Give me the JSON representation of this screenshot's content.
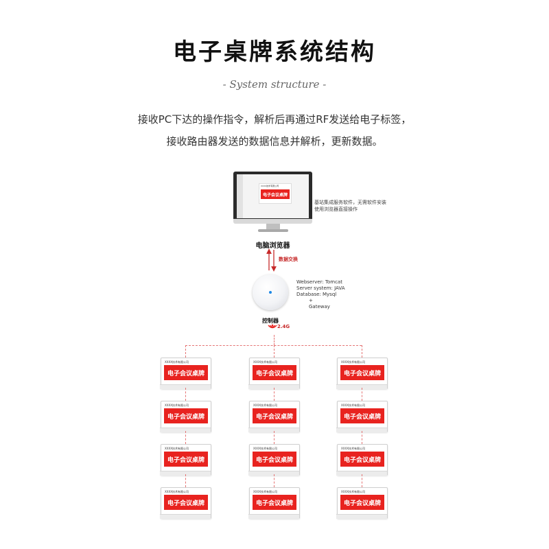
{
  "header": {
    "title": "电子桌牌系统结构",
    "subtitle": "- System structure -",
    "description_line1": "接收PC下达的操作指令，解析后再通过RF发送给电子标签，",
    "description_line2": "接收路由器发送的数据信息并解析，更新数据。"
  },
  "monitor": {
    "screen_card_company": "XXXX技术有限公司",
    "screen_card_text": "电子会议桌牌",
    "note_line1": "基站集成服务软件，无需软件安装",
    "note_line2": "使用浏览器直接操作",
    "label": "电脑浏览器"
  },
  "link": {
    "exchange_label": "数据交换"
  },
  "controller": {
    "info": [
      "Webserver: Tomcat",
      "Server system: JAVA",
      "Database: Mysql",
      "+",
      "Gateway"
    ],
    "label": "控制器",
    "frequency": "2.4G"
  },
  "tags": {
    "company": "XXXX技术有限公司",
    "text": "电子会议桌牌",
    "columns": 3,
    "rows": 4
  },
  "colors": {
    "accent_red": "#e8231f",
    "dashed_line": "#e57373"
  }
}
